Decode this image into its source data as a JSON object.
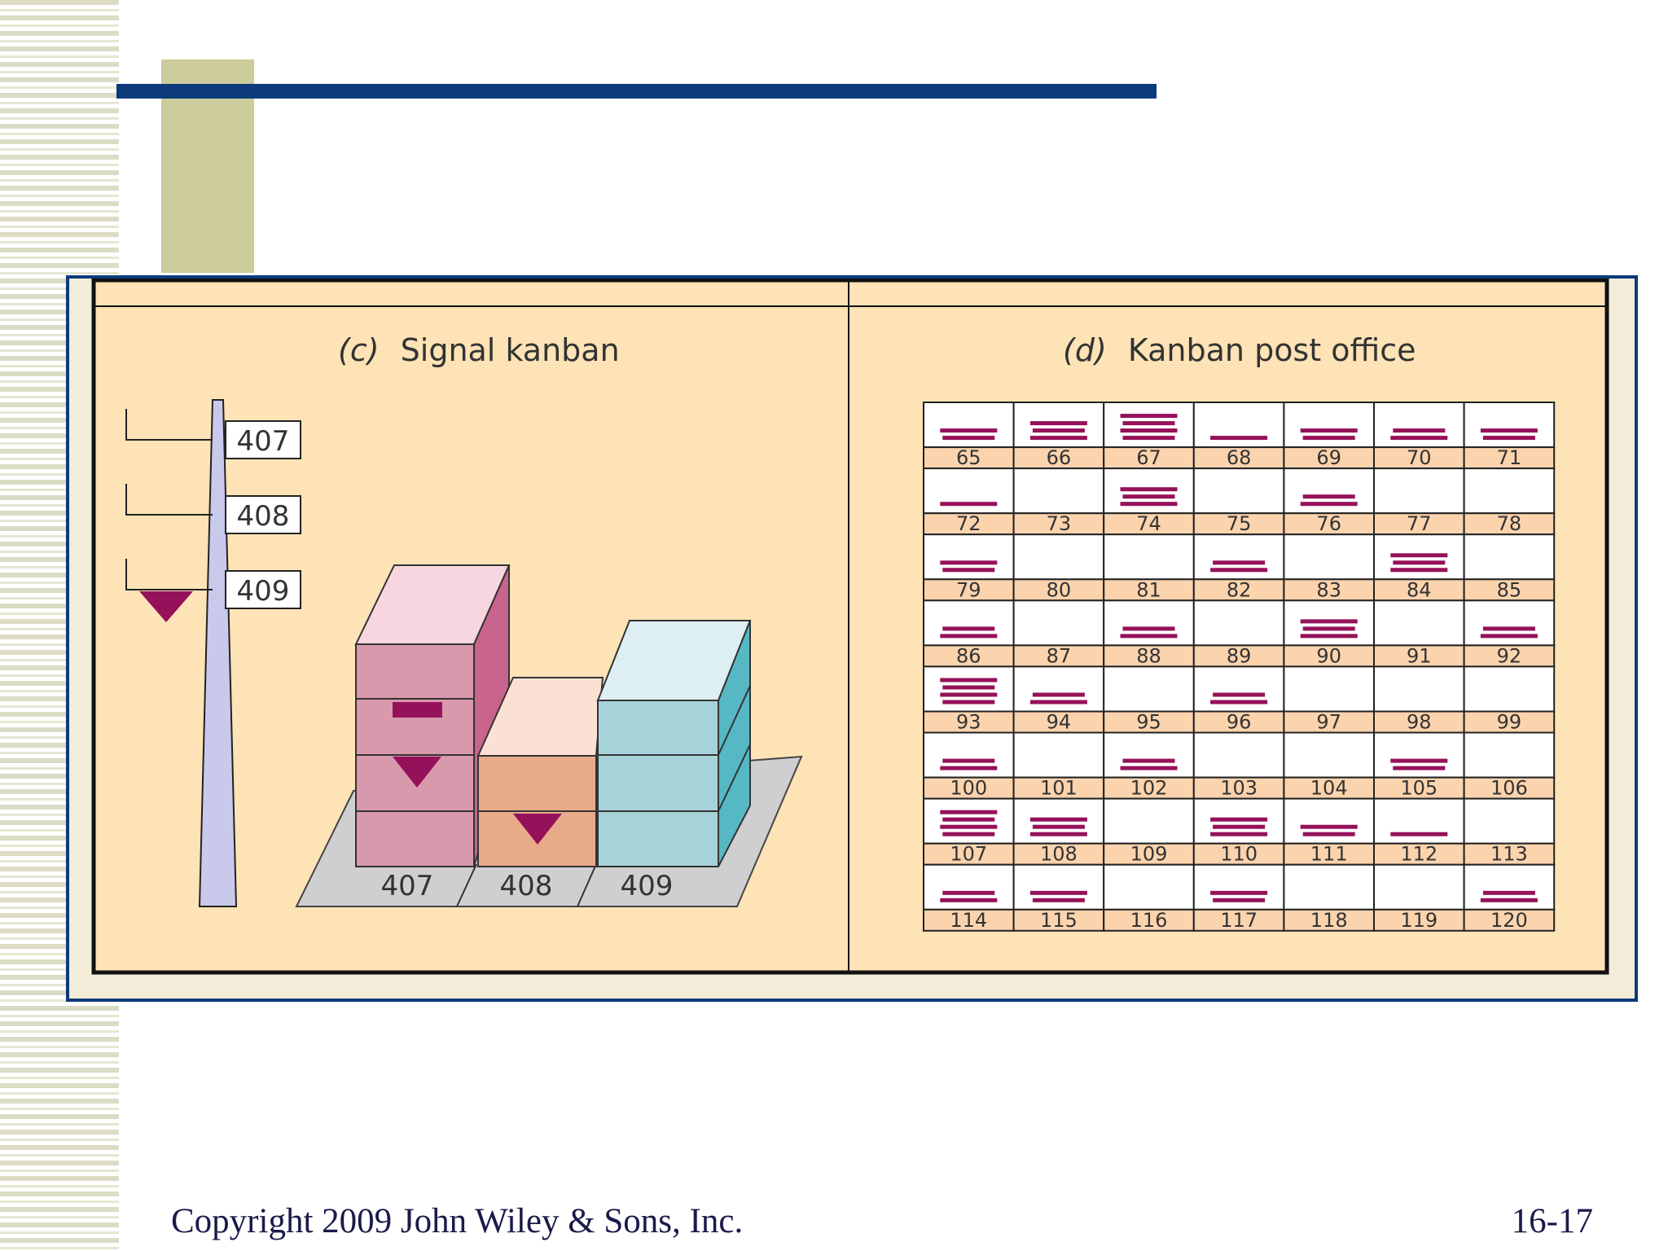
{
  "panel_c": {
    "label": "(c)",
    "title": "Signal kanban",
    "board_labels": [
      "407",
      "408",
      "409"
    ],
    "bin_labels": [
      "407",
      "408",
      "409"
    ]
  },
  "panel_d": {
    "label": "(d)",
    "title": "Kanban post office",
    "box_numbers": [
      65,
      66,
      67,
      68,
      69,
      70,
      71,
      72,
      73,
      74,
      75,
      76,
      77,
      78,
      79,
      80,
      81,
      82,
      83,
      84,
      85,
      86,
      87,
      88,
      89,
      90,
      91,
      92,
      93,
      94,
      95,
      96,
      97,
      98,
      99,
      100,
      101,
      102,
      103,
      104,
      105,
      106,
      107,
      108,
      109,
      110,
      111,
      112,
      113,
      114,
      115,
      116,
      117,
      118,
      119,
      120
    ],
    "cards_per_box": [
      2,
      3,
      4,
      1,
      2,
      2,
      2,
      1,
      0,
      3,
      0,
      2,
      0,
      0,
      2,
      0,
      0,
      2,
      0,
      3,
      0,
      2,
      0,
      2,
      0,
      3,
      0,
      2,
      4,
      2,
      0,
      2,
      0,
      0,
      0,
      2,
      0,
      2,
      0,
      0,
      2,
      0,
      4,
      3,
      0,
      3,
      2,
      1,
      0,
      2,
      2,
      0,
      2,
      0,
      0,
      2
    ]
  },
  "footer": {
    "copyright": "Copyright 2009 John Wiley & Sons, Inc.",
    "page": "16-17"
  },
  "colors": {
    "panel_bg": "#fde3b6",
    "card_magenta": "#95115a",
    "bin_407": "#d999ad",
    "bin_408": "#e8ab8a",
    "bin_409": "#a6d3d9",
    "frame_navy": "#0c3a7b"
  }
}
